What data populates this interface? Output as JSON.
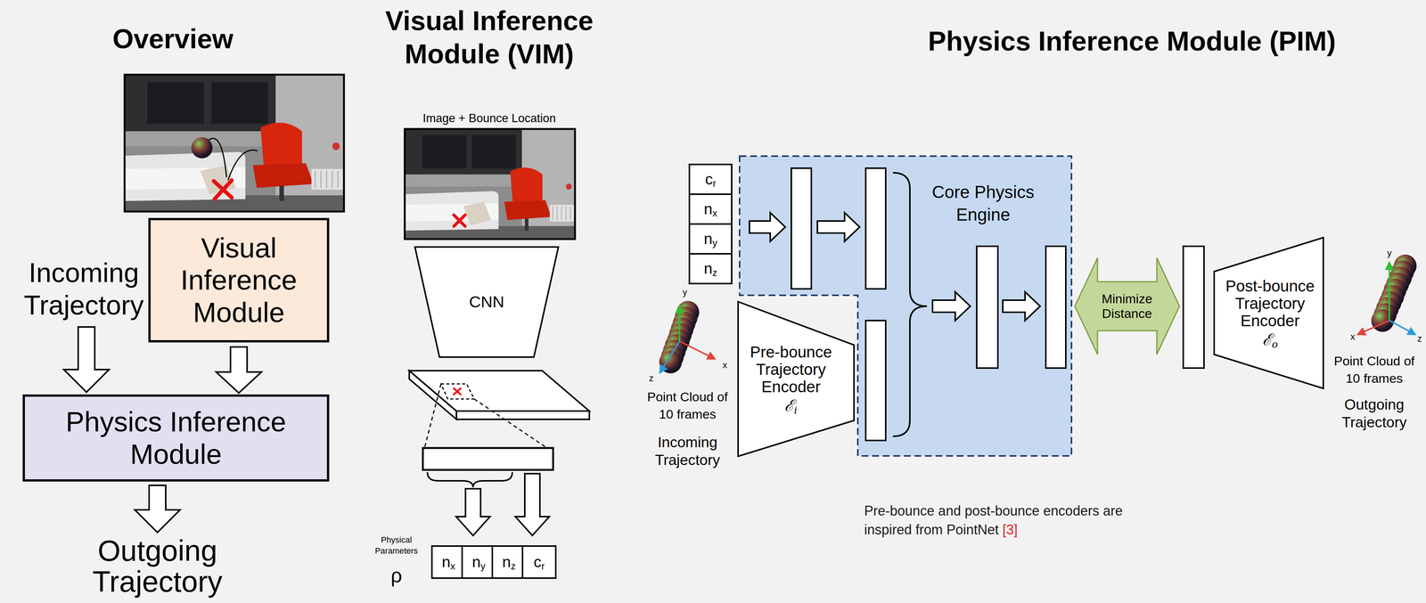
{
  "diagram": {
    "nodes": [
      {
        "text": [
          "Visual Inference Module"
        ]
      },
      {
        "text": [
          "Physics Inference Module"
        ]
      },
      {
        "text": [
          "CNN"
        ]
      },
      {
        "text": [
          "nx"
        ]
      },
      {
        "text": [
          "ny"
        ]
      },
      {
        "text": [
          "nz"
        ]
      },
      {
        "text": [
          "cr"
        ]
      },
      {
        "text": [
          "cr"
        ]
      },
      {
        "text": [
          "nx"
        ]
      },
      {
        "text": [
          "ny"
        ]
      },
      {
        "text": [
          "nz"
        ]
      },
      {
        "text": [
          "Core Physics Engine"
        ]
      },
      {
        "text": [
          "Pre-bounce Trajectory Encoder",
          "ℰi"
        ]
      },
      {
        "text": [
          "Minimize Distance"
        ]
      },
      {
        "text": [
          "Post-bounce Trajectory Encoder",
          "ℰo"
        ]
      }
    ],
    "edges": [
      {
        "from": 0,
        "to": 1,
        "arrow": "to"
      }
    ],
    "labels": [
      "Overview",
      "Visual Inference Module (VIM)",
      "Physics Inference Module (PIM)",
      "Incoming Trajectory",
      "Outgoing Trajectory",
      "Image + Bounce Location",
      "Physical Parameters",
      "ρ",
      "y",
      "x",
      "z",
      "Point Cloud of 10 frames",
      "Incoming Trajectory",
      "Pre-bounce and post-bounce encoders are inspired from PointNet",
      "[3]",
      "y",
      "x",
      "z",
      "Point Cloud of 10 frames",
      "Outgoing Trajectory"
    ]
  }
}
